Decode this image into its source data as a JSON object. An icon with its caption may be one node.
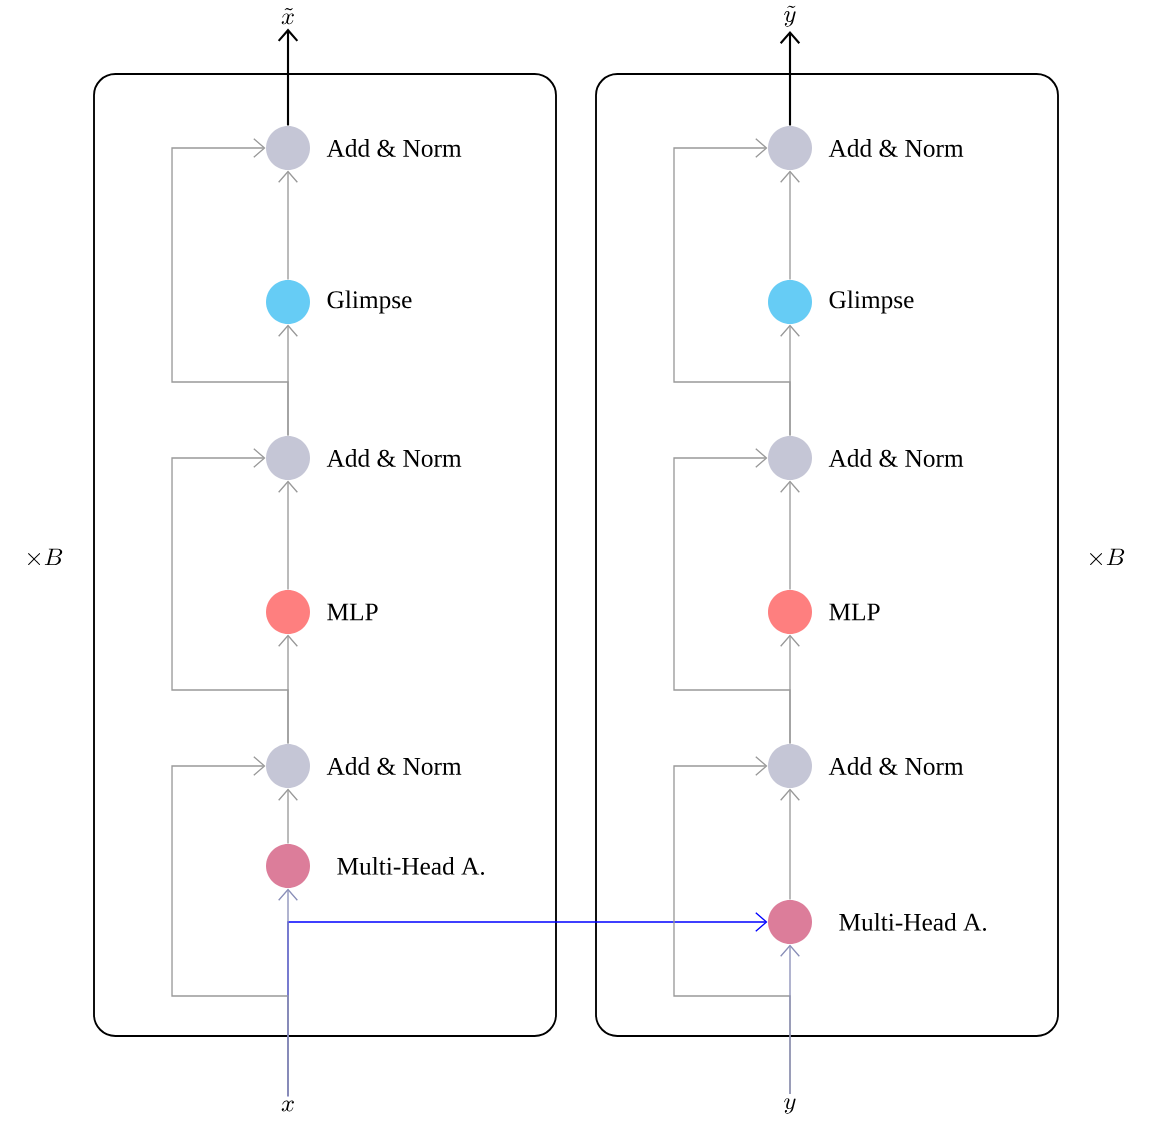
{
  "diagram": {
    "nodes": [
      {
        "text": [],
        "shape": "box",
        "beside": [
          "\\times B"
        ]
      },
      {
        "text": [],
        "shape": "circle",
        "beside": [
          "Add & Norm"
        ],
        "in": 0
      },
      {
        "text": [],
        "shape": "circle",
        "beside": [
          "Glimpse"
        ],
        "in": 0
      },
      {
        "text": [],
        "shape": "circle",
        "beside": [
          "Add & Norm"
        ],
        "in": 0
      },
      {
        "text": [],
        "shape": "circle",
        "beside": [
          "MLP"
        ],
        "in": 0
      },
      {
        "text": [],
        "shape": "circle",
        "beside": [
          "Add & Norm"
        ],
        "in": 0
      },
      {
        "text": [],
        "shape": "circle",
        "beside": [
          "Multi-Head A."
        ],
        "in": 0
      },
      {
        "text": [],
        "shape": "box",
        "beside": [
          "\\times B"
        ]
      },
      {
        "text": [],
        "shape": "circle",
        "beside": [
          "Add & Norm"
        ],
        "in": 7
      },
      {
        "text": [],
        "shape": "circle",
        "beside": [
          "Glimpse"
        ],
        "in": 7
      },
      {
        "text": [],
        "shape": "circle",
        "beside": [
          "Add & Norm"
        ],
        "in": 7
      },
      {
        "text": [],
        "shape": "circle",
        "beside": [
          "MLP"
        ],
        "in": 7
      },
      {
        "text": [],
        "shape": "circle",
        "beside": [
          "Add & Norm"
        ],
        "in": 7
      },
      {
        "text": [],
        "shape": "circle",
        "beside": [
          "Multi-Head A."
        ],
        "in": 7
      },
      {
        "text": [
          "\\tilde{x}"
        ]
      },
      {
        "text": [
          "\\tilde{y}"
        ]
      },
      {
        "text": [
          "x"
        ]
      },
      {
        "text": [
          "y"
        ]
      }
    ],
    "edges": [
      {
        "from": 16,
        "to": 6,
        "arrow": "to",
        "color": "#8a8fb8"
      },
      {
        "from": 6,
        "to": 5,
        "arrow": "to"
      },
      {
        "from": 5,
        "to": 4,
        "arrow": "to"
      },
      {
        "from": 4,
        "to": 3,
        "arrow": "to"
      },
      {
        "from": 3,
        "to": 2,
        "arrow": "to"
      },
      {
        "from": 2,
        "to": 1,
        "arrow": "to"
      },
      {
        "from": 1,
        "to": 14,
        "arrow": "to",
        "color": "#000000"
      },
      {
        "from": 16,
        "to": 5,
        "arrow": "to"
      },
      {
        "from": 5,
        "to": 3,
        "arrow": "to"
      },
      {
        "from": 3,
        "to": 1,
        "arrow": "to"
      },
      {
        "from": 16,
        "to": 13,
        "arrow": "to",
        "color": "#0000ff"
      },
      {
        "from": 17,
        "to": 13,
        "arrow": "to",
        "color": "#8a8fb8"
      },
      {
        "from": 13,
        "to": 12,
        "arrow": "to"
      },
      {
        "from": 12,
        "to": 11,
        "arrow": "to"
      },
      {
        "from": 11,
        "to": 10,
        "arrow": "to"
      },
      {
        "from": 10,
        "to": 9,
        "arrow": "to"
      },
      {
        "from": 9,
        "to": 8,
        "arrow": "to"
      },
      {
        "from": 8,
        "to": 15,
        "arrow": "to",
        "color": "#000000"
      },
      {
        "from": 17,
        "to": 12,
        "arrow": "to"
      },
      {
        "from": 12,
        "to": 10,
        "arrow": "to"
      },
      {
        "from": 10,
        "to": 8,
        "arrow": "to"
      }
    ]
  }
}
